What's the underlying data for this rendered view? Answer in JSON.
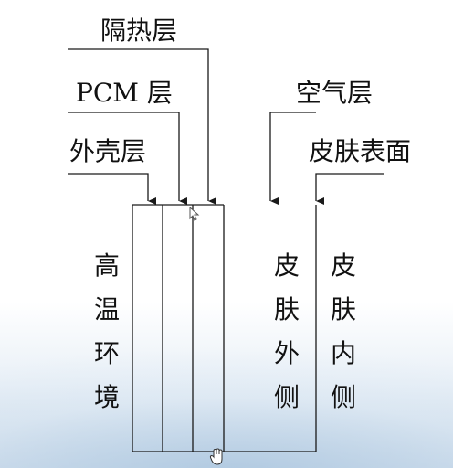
{
  "labels": {
    "insulation_layer": "隔热层",
    "pcm_layer": "PCM 层",
    "shell_layer": "外壳层",
    "air_layer": "空气层",
    "skin_surface": "皮肤表面"
  },
  "vertical_texts": {
    "high_temp_env": [
      "高",
      "温",
      "环",
      "境"
    ],
    "skin_outer_side": [
      "皮",
      "肤",
      "外",
      "侧"
    ],
    "skin_inner_side": [
      "皮",
      "肤",
      "内",
      "侧"
    ]
  },
  "colors": {
    "line": "#1a1a1a",
    "text": "#111111",
    "background_gradient_bottom": "#c9d9e9"
  }
}
